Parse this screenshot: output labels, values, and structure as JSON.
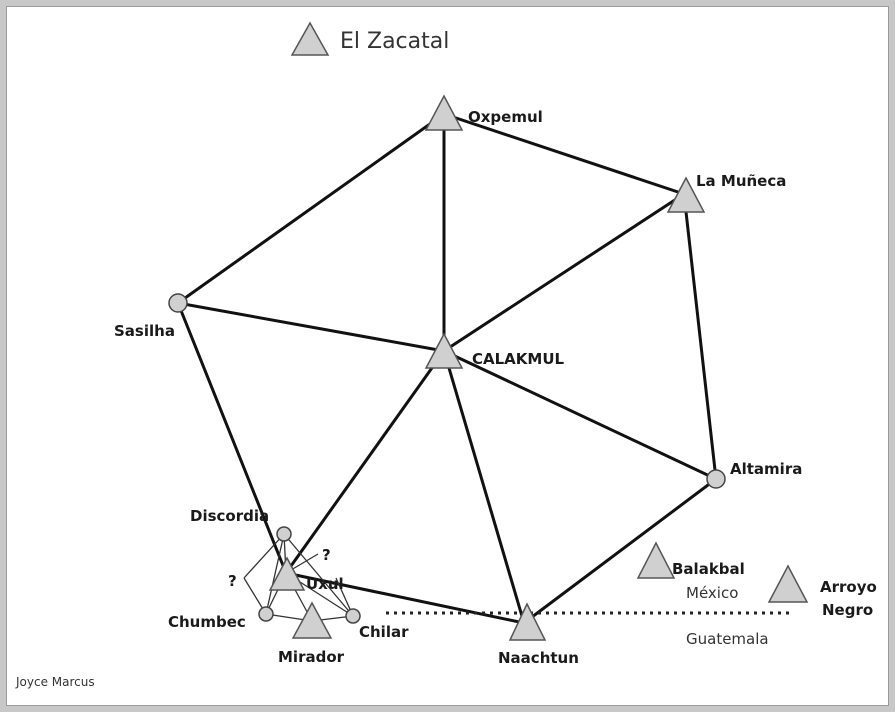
{
  "title_site": "El Zacatal",
  "sites": {
    "oxpemul": "Oxpemul",
    "la_muneca": "La Muñeca",
    "sasilha": "Sasilha",
    "calakmul": "CALAKMUL",
    "altamira": "Altamira",
    "discordia": "Discordia",
    "uxul": "Uxul",
    "balakbal": "Balakbal",
    "arroyo_negro_line1": "Arroyo",
    "arroyo_negro_line2": "Negro",
    "chumbec": "Chumbec",
    "chilar": "Chilar",
    "mirador": "Mirador",
    "naachtun": "Naachtun"
  },
  "question_marks": [
    "?",
    "?"
  ],
  "border": {
    "north_label": "México",
    "south_label": "Guatemala"
  },
  "credit": "Joyce Marcus",
  "colors": {
    "marker_fill": "#d0d0d0",
    "line": "#111111",
    "frame": "#c8c8c8"
  }
}
